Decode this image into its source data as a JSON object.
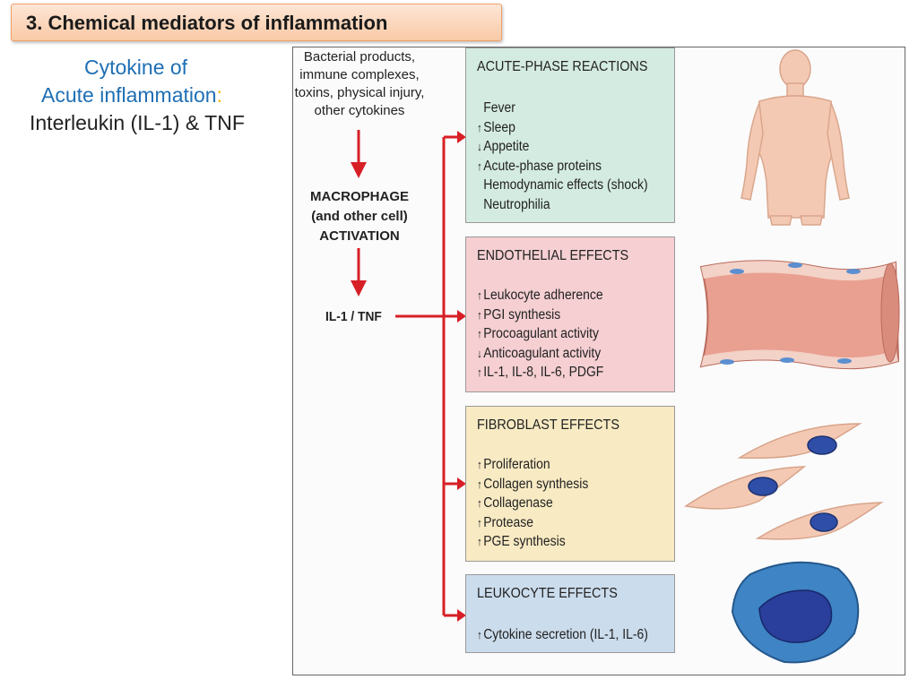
{
  "header": {
    "title": "3.  Chemical mediators of inflammation"
  },
  "sidebar": {
    "line1": "Cytokine of",
    "line2_text": "Acute inflammation",
    "line2_colon": ":",
    "line3": "Interleukin (IL-1) & TNF"
  },
  "figure": {
    "stimuli": [
      "Bacterial products,",
      "immune complexes,",
      "toxins, physical injury,",
      "other cytokines"
    ],
    "activation": [
      "MACROPHAGE",
      "(and other cell)",
      "ACTIVATION"
    ],
    "mediator": "IL-1 / TNF",
    "panels": [
      {
        "heading": "ACUTE-PHASE REACTIONS",
        "items": [
          {
            "arrow": "",
            "text": "Fever"
          },
          {
            "arrow": "up",
            "text": "Sleep"
          },
          {
            "arrow": "down",
            "text": "Appetite"
          },
          {
            "arrow": "up",
            "text": "Acute-phase proteins"
          },
          {
            "arrow": "",
            "text": "Hemodynamic effects (shock)"
          },
          {
            "arrow": "",
            "text": "Neutrophilia"
          }
        ]
      },
      {
        "heading": "ENDOTHELIAL EFFECTS",
        "items": [
          {
            "arrow": "up",
            "text": "Leukocyte adherence"
          },
          {
            "arrow": "up",
            "text": "PGI synthesis"
          },
          {
            "arrow": "up",
            "text": "Procoagulant activity"
          },
          {
            "arrow": "down",
            "text": "Anticoagulant activity"
          },
          {
            "arrow": "up",
            "text": "IL-1, IL-8, IL-6, PDGF"
          }
        ]
      },
      {
        "heading": "FIBROBLAST EFFECTS",
        "items": [
          {
            "arrow": "up",
            "text": "Proliferation"
          },
          {
            "arrow": "up",
            "text": "Collagen synthesis"
          },
          {
            "arrow": "up",
            "text": "Collagenase"
          },
          {
            "arrow": "up",
            "text": "Protease"
          },
          {
            "arrow": "up",
            "text": "PGE synthesis"
          }
        ]
      },
      {
        "heading": "LEUKOCYTE EFFECTS",
        "items": [
          {
            "arrow": "up",
            "text": "Cytokine secretion (IL-1, IL-6)"
          }
        ]
      }
    ]
  },
  "colors": {
    "arrow_red": "#d71f26",
    "acute_panel": "#d4ebe1",
    "endothelial_panel": "#f5cfd2",
    "fibroblast_panel": "#f8eac3",
    "leukocyte_panel": "#cbdcec"
  }
}
